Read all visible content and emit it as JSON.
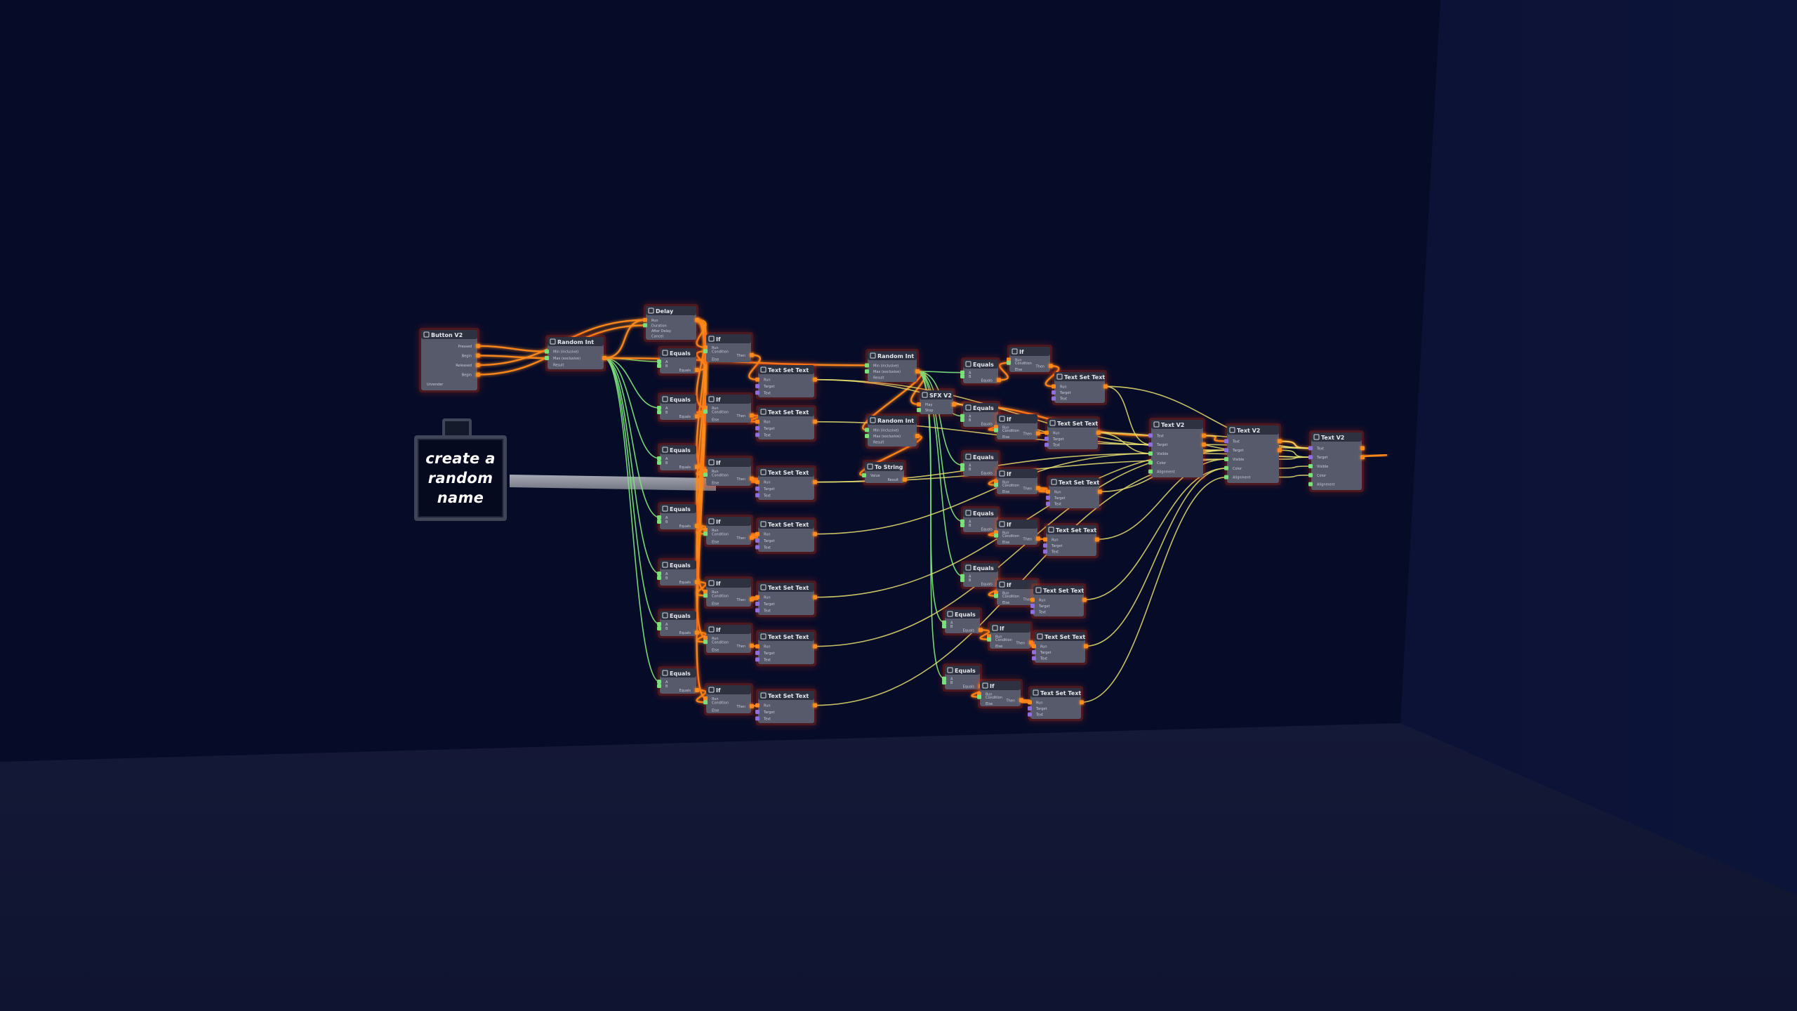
{
  "scene": {
    "sign_text": "create a random name",
    "colors": {
      "background": "#060b28",
      "wall_right": "#0b1234",
      "floor": "#101533",
      "node_body": "#565a6b",
      "node_header": "#2e3140",
      "exec_wire": "#ff8a1a",
      "exec_glow": "#ff3a10",
      "number_wire": "#7be07b",
      "string_wire": "#e8e070",
      "string_port": "#8d6fe0"
    }
  },
  "nodes": [
    {
      "id": "button",
      "title": "Button V2",
      "icon": "button-icon",
      "ports": [
        "Pressed",
        "Begin",
        "Released",
        "Begin",
        "Unrender"
      ],
      "inputs": [],
      "outputs": [
        0,
        1,
        2,
        3
      ]
    },
    {
      "id": "rand1",
      "title": "Random Int",
      "icon": "dice-icon",
      "ports": [
        "Min (inclusive)",
        "Max (exclusive)",
        "Result"
      ],
      "inputs": [
        0,
        1
      ],
      "outputs": [
        1
      ]
    },
    {
      "id": "delay",
      "title": "Delay",
      "icon": "clock-icon",
      "ports": [
        "Run",
        "Duration",
        "After Delay",
        "Cancel"
      ],
      "inputs": [
        0,
        1
      ],
      "outputs": [
        0
      ]
    },
    {
      "id": "eq1",
      "title": "Equals",
      "icon": "equals-icon",
      "ports": [
        "A",
        "B",
        "Equals"
      ],
      "inputs": [
        0,
        1
      ],
      "outputs": [
        2
      ]
    },
    {
      "id": "eq2",
      "title": "Equals",
      "icon": "equals-icon",
      "ports": [
        "A",
        "B",
        "Equals"
      ],
      "inputs": [
        0,
        1
      ],
      "outputs": [
        2
      ]
    },
    {
      "id": "eq3",
      "title": "Equals",
      "icon": "equals-icon",
      "ports": [
        "A",
        "B",
        "Equals"
      ],
      "inputs": [
        0,
        1
      ],
      "outputs": [
        2
      ]
    },
    {
      "id": "eq4",
      "title": "Equals",
      "icon": "equals-icon",
      "ports": [
        "A",
        "B",
        "Equals"
      ],
      "inputs": [
        0,
        1
      ],
      "outputs": [
        2
      ]
    },
    {
      "id": "eq5",
      "title": "Equals",
      "icon": "equals-icon",
      "ports": [
        "A",
        "B",
        "Equals"
      ],
      "inputs": [
        0,
        1
      ],
      "outputs": [
        2
      ]
    },
    {
      "id": "eq6",
      "title": "Equals",
      "icon": "equals-icon",
      "ports": [
        "A",
        "B",
        "Equals"
      ],
      "inputs": [
        0,
        1
      ],
      "outputs": [
        2
      ]
    },
    {
      "id": "eq7",
      "title": "Equals",
      "icon": "equals-icon",
      "ports": [
        "A",
        "B",
        "Equals"
      ],
      "inputs": [
        0,
        1
      ],
      "outputs": [
        2
      ]
    },
    {
      "id": "if1",
      "title": "If",
      "icon": "branch-icon",
      "ports": [
        "Run",
        "Condition",
        "Then",
        "Else"
      ],
      "inputs": [
        0,
        1
      ],
      "outputs": [
        2
      ]
    },
    {
      "id": "if2",
      "title": "If",
      "icon": "branch-icon",
      "ports": [
        "Run",
        "Condition",
        "Then",
        "Else"
      ],
      "inputs": [
        0,
        1
      ],
      "outputs": [
        2
      ]
    },
    {
      "id": "if3",
      "title": "If",
      "icon": "branch-icon",
      "ports": [
        "Run",
        "Condition",
        "Then",
        "Else"
      ],
      "inputs": [
        0,
        1
      ],
      "outputs": [
        2
      ]
    },
    {
      "id": "if4",
      "title": "If",
      "icon": "branch-icon",
      "ports": [
        "Run",
        "Condition",
        "Then",
        "Else"
      ],
      "inputs": [
        0,
        1
      ],
      "outputs": [
        2
      ]
    },
    {
      "id": "if5",
      "title": "If",
      "icon": "branch-icon",
      "ports": [
        "Run",
        "Condition",
        "Then",
        "Else"
      ],
      "inputs": [
        0,
        1
      ],
      "outputs": [
        2
      ]
    },
    {
      "id": "if6",
      "title": "If",
      "icon": "branch-icon",
      "ports": [
        "Run",
        "Condition",
        "Then",
        "Else"
      ],
      "inputs": [
        0,
        1
      ],
      "outputs": [
        2
      ]
    },
    {
      "id": "if7",
      "title": "If",
      "icon": "branch-icon",
      "ports": [
        "Run",
        "Condition",
        "Then",
        "Else"
      ],
      "inputs": [
        0,
        1
      ],
      "outputs": [
        2
      ]
    },
    {
      "id": "ts1",
      "title": "Text Set Text",
      "icon": "text-icon",
      "ports": [
        "Run",
        "Target",
        "Text"
      ],
      "inputs": [
        0,
        1,
        2
      ],
      "outputs": [
        0
      ]
    },
    {
      "id": "ts2",
      "title": "Text Set Text",
      "icon": "text-icon",
      "ports": [
        "Run",
        "Target",
        "Text"
      ],
      "inputs": [
        0,
        1,
        2
      ],
      "outputs": [
        0
      ]
    },
    {
      "id": "ts3",
      "title": "Text Set Text",
      "icon": "text-icon",
      "ports": [
        "Run",
        "Target",
        "Text"
      ],
      "inputs": [
        0,
        1,
        2
      ],
      "outputs": [
        0
      ]
    },
    {
      "id": "ts4",
      "title": "Text Set Text",
      "icon": "text-icon",
      "ports": [
        "Run",
        "Target",
        "Text"
      ],
      "inputs": [
        0,
        1,
        2
      ],
      "outputs": [
        0
      ]
    },
    {
      "id": "ts5",
      "title": "Text Set Text",
      "icon": "text-icon",
      "ports": [
        "Run",
        "Target",
        "Text"
      ],
      "inputs": [
        0,
        1,
        2
      ],
      "outputs": [
        0
      ]
    },
    {
      "id": "ts6",
      "title": "Text Set Text",
      "icon": "text-icon",
      "ports": [
        "Run",
        "Target",
        "Text"
      ],
      "inputs": [
        0,
        1,
        2
      ],
      "outputs": [
        0
      ]
    },
    {
      "id": "ts7",
      "title": "Text Set Text",
      "icon": "text-icon",
      "ports": [
        "Run",
        "Target",
        "Text"
      ],
      "inputs": [
        0,
        1,
        2
      ],
      "outputs": [
        0
      ]
    },
    {
      "id": "rand2",
      "title": "Random Int",
      "icon": "dice-icon",
      "ports": [
        "Min (inclusive)",
        "Max (exclusive)",
        "Result"
      ],
      "inputs": [
        0,
        1
      ],
      "outputs": [
        1
      ]
    },
    {
      "id": "rand3",
      "title": "Random Int",
      "icon": "dice-icon",
      "ports": [
        "Min (inclusive)",
        "Max (exclusive)",
        "Result"
      ],
      "inputs": [
        0,
        1
      ],
      "outputs": [
        1
      ]
    },
    {
      "id": "sfx",
      "title": "SFX V2",
      "icon": "speaker-icon",
      "ports": [
        "Play",
        "Stop"
      ],
      "inputs": [
        0,
        1
      ],
      "outputs": [
        0
      ]
    },
    {
      "id": "tostr",
      "title": "To String",
      "icon": "convert-icon",
      "ports": [
        "Value",
        "Result"
      ],
      "inputs": [
        0
      ],
      "outputs": [
        1
      ]
    },
    {
      "id": "beq1",
      "title": "Equals",
      "icon": "equals-icon",
      "ports": [
        "A",
        "B",
        "Equals"
      ],
      "inputs": [
        0,
        1
      ],
      "outputs": [
        2
      ]
    },
    {
      "id": "beq2",
      "title": "Equals",
      "icon": "equals-icon",
      "ports": [
        "A",
        "B",
        "Equals"
      ],
      "inputs": [
        0,
        1
      ],
      "outputs": [
        2
      ]
    },
    {
      "id": "beq3",
      "title": "Equals",
      "icon": "equals-icon",
      "ports": [
        "A",
        "B",
        "Equals"
      ],
      "inputs": [
        0,
        1
      ],
      "outputs": [
        2
      ]
    },
    {
      "id": "beq4",
      "title": "Equals",
      "icon": "equals-icon",
      "ports": [
        "A",
        "B",
        "Equals"
      ],
      "inputs": [
        0,
        1
      ],
      "outputs": [
        2
      ]
    },
    {
      "id": "beq5",
      "title": "Equals",
      "icon": "equals-icon",
      "ports": [
        "A",
        "B",
        "Equals"
      ],
      "inputs": [
        0,
        1
      ],
      "outputs": [
        2
      ]
    },
    {
      "id": "beq6",
      "title": "Equals",
      "icon": "equals-icon",
      "ports": [
        "A",
        "B",
        "Equals"
      ],
      "inputs": [
        0,
        1
      ],
      "outputs": [
        2
      ]
    },
    {
      "id": "beq7",
      "title": "Equals",
      "icon": "equals-icon",
      "ports": [
        "A",
        "B",
        "Equals"
      ],
      "inputs": [
        0,
        1
      ],
      "outputs": [
        2
      ]
    },
    {
      "id": "bif1",
      "title": "If",
      "icon": "branch-icon",
      "ports": [
        "Run",
        "Condition",
        "Then",
        "Else"
      ],
      "inputs": [
        0,
        1
      ],
      "outputs": [
        2
      ]
    },
    {
      "id": "bif2",
      "title": "If",
      "icon": "branch-icon",
      "ports": [
        "Run",
        "Condition",
        "Then",
        "Else"
      ],
      "inputs": [
        0,
        1
      ],
      "outputs": [
        2
      ]
    },
    {
      "id": "bif3",
      "title": "If",
      "icon": "branch-icon",
      "ports": [
        "Run",
        "Condition",
        "Then",
        "Else"
      ],
      "inputs": [
        0,
        1
      ],
      "outputs": [
        2
      ]
    },
    {
      "id": "bif4",
      "title": "If",
      "icon": "branch-icon",
      "ports": [
        "Run",
        "Condition",
        "Then",
        "Else"
      ],
      "inputs": [
        0,
        1
      ],
      "outputs": [
        2
      ]
    },
    {
      "id": "bif5",
      "title": "If",
      "icon": "branch-icon",
      "ports": [
        "Run",
        "Condition",
        "Then",
        "Else"
      ],
      "inputs": [
        0,
        1
      ],
      "outputs": [
        2
      ]
    },
    {
      "id": "bif6",
      "title": "If",
      "icon": "branch-icon",
      "ports": [
        "Run",
        "Condition",
        "Then",
        "Else"
      ],
      "inputs": [
        0,
        1
      ],
      "outputs": [
        2
      ]
    },
    {
      "id": "bif7",
      "title": "If",
      "icon": "branch-icon",
      "ports": [
        "Run",
        "Condition",
        "Then",
        "Else"
      ],
      "inputs": [
        0,
        1
      ],
      "outputs": [
        2
      ]
    },
    {
      "id": "bts1",
      "title": "Text Set Text",
      "icon": "text-icon",
      "ports": [
        "Run",
        "Target",
        "Text"
      ],
      "inputs": [
        0,
        1,
        2
      ],
      "outputs": [
        0
      ]
    },
    {
      "id": "bts2",
      "title": "Text Set Text",
      "icon": "text-icon",
      "ports": [
        "Run",
        "Target",
        "Text"
      ],
      "inputs": [
        0,
        1,
        2
      ],
      "outputs": [
        0
      ]
    },
    {
      "id": "bts3",
      "title": "Text Set Text",
      "icon": "text-icon",
      "ports": [
        "Run",
        "Target",
        "Text"
      ],
      "inputs": [
        0,
        1,
        2
      ],
      "outputs": [
        0
      ]
    },
    {
      "id": "bts4",
      "title": "Text Set Text",
      "icon": "text-icon",
      "ports": [
        "Run",
        "Target",
        "Text"
      ],
      "inputs": [
        0,
        1,
        2
      ],
      "outputs": [
        0
      ]
    },
    {
      "id": "bts5",
      "title": "Text Set Text",
      "icon": "text-icon",
      "ports": [
        "Run",
        "Target",
        "Text"
      ],
      "inputs": [
        0,
        1,
        2
      ],
      "outputs": [
        0
      ]
    },
    {
      "id": "bts6",
      "title": "Text Set Text",
      "icon": "text-icon",
      "ports": [
        "Run",
        "Target",
        "Text"
      ],
      "inputs": [
        0,
        1,
        2
      ],
      "outputs": [
        0
      ]
    },
    {
      "id": "bts7",
      "title": "Text Set Text",
      "icon": "text-icon",
      "ports": [
        "Run",
        "Target",
        "Text"
      ],
      "inputs": [
        0,
        1,
        2
      ],
      "outputs": [
        0
      ]
    },
    {
      "id": "txt1",
      "title": "Text V2",
      "icon": "text-icon",
      "ports": [
        "Text",
        "Target",
        "Visible",
        "Color",
        "Alignment"
      ],
      "inputs": [
        0,
        1,
        2,
        3,
        4
      ],
      "outputs": [
        0,
        1
      ]
    },
    {
      "id": "txt2",
      "title": "Text V2",
      "icon": "text-icon",
      "ports": [
        "Text",
        "Target",
        "Visible",
        "Color",
        "Alignment"
      ],
      "inputs": [
        0,
        1,
        2,
        3,
        4
      ],
      "outputs": [
        0,
        1
      ]
    },
    {
      "id": "txt3",
      "title": "Text V2",
      "icon": "text-icon",
      "ports": [
        "Text",
        "Target",
        "Visible",
        "Color",
        "Alignment"
      ],
      "inputs": [
        0,
        1,
        2,
        3,
        4
      ],
      "outputs": [
        0,
        1
      ]
    }
  ],
  "connections": [
    [
      "button:0",
      "rand1:0",
      "exec"
    ],
    [
      "button:1",
      "rand1:1",
      "exec"
    ],
    [
      "button:2",
      "delay:0",
      "exec"
    ],
    [
      "button:3",
      "delay:1",
      "exec"
    ],
    [
      "rand1:1",
      "delay:0",
      "exec"
    ],
    [
      "delay:0",
      "if1:0",
      "exec"
    ],
    [
      "rand1:1",
      "eq1:0",
      "number"
    ],
    [
      "rand1:1",
      "eq2:0",
      "number"
    ],
    [
      "rand1:1",
      "eq3:0",
      "number"
    ],
    [
      "rand1:1",
      "eq4:0",
      "number"
    ],
    [
      "rand1:1",
      "eq5:0",
      "number"
    ],
    [
      "rand1:1",
      "eq6:0",
      "number"
    ],
    [
      "rand1:1",
      "eq7:0",
      "number"
    ],
    [
      "eq1:2",
      "if1:1",
      "exec"
    ],
    [
      "eq2:2",
      "if2:1",
      "exec"
    ],
    [
      "eq3:2",
      "if3:1",
      "exec"
    ],
    [
      "eq4:2",
      "if4:1",
      "exec"
    ],
    [
      "eq5:2",
      "if5:1",
      "exec"
    ],
    [
      "eq6:2",
      "if6:1",
      "exec"
    ],
    [
      "eq7:2",
      "if7:1",
      "exec"
    ],
    [
      "if1:2",
      "ts1:0",
      "exec"
    ],
    [
      "if2:2",
      "ts2:0",
      "exec"
    ],
    [
      "if3:2",
      "ts3:0",
      "exec"
    ],
    [
      "if4:2",
      "ts4:0",
      "exec"
    ],
    [
      "if5:2",
      "ts5:0",
      "exec"
    ],
    [
      "if6:2",
      "ts6:0",
      "exec"
    ],
    [
      "if7:2",
      "ts7:0",
      "exec"
    ],
    [
      "delay:0",
      "if2:0",
      "exec"
    ],
    [
      "delay:0",
      "if3:0",
      "exec"
    ],
    [
      "delay:0",
      "if4:0",
      "exec"
    ],
    [
      "delay:0",
      "if5:0",
      "exec"
    ],
    [
      "delay:0",
      "if6:0",
      "exec"
    ],
    [
      "delay:0",
      "if7:0",
      "exec"
    ],
    [
      "rand1:1",
      "rand2:0",
      "exec"
    ],
    [
      "rand2:1",
      "sfx:0",
      "exec"
    ],
    [
      "rand2:1",
      "rand3:0",
      "exec"
    ],
    [
      "rand3:1",
      "tostr:0",
      "exec"
    ],
    [
      "rand2:1",
      "beq1:0",
      "number"
    ],
    [
      "rand2:1",
      "beq2:0",
      "number"
    ],
    [
      "rand2:1",
      "beq3:0",
      "number"
    ],
    [
      "rand2:1",
      "beq4:0",
      "number"
    ],
    [
      "rand2:1",
      "beq5:0",
      "number"
    ],
    [
      "rand2:1",
      "beq6:0",
      "number"
    ],
    [
      "rand2:1",
      "beq7:0",
      "number"
    ],
    [
      "beq1:2",
      "bif1:1",
      "exec"
    ],
    [
      "beq2:2",
      "bif2:1",
      "exec"
    ],
    [
      "beq3:2",
      "bif3:1",
      "exec"
    ],
    [
      "beq4:2",
      "bif4:1",
      "exec"
    ],
    [
      "beq5:2",
      "bif5:1",
      "exec"
    ],
    [
      "beq6:2",
      "bif6:1",
      "exec"
    ],
    [
      "beq7:2",
      "bif7:1",
      "exec"
    ],
    [
      "bif1:2",
      "bts1:0",
      "exec"
    ],
    [
      "bif2:2",
      "bts2:0",
      "exec"
    ],
    [
      "bif3:2",
      "bts3:0",
      "exec"
    ],
    [
      "bif4:2",
      "bts4:0",
      "exec"
    ],
    [
      "bif5:2",
      "bts5:0",
      "exec"
    ],
    [
      "bif6:2",
      "bts6:0",
      "exec"
    ],
    [
      "bif7:2",
      "bts7:0",
      "exec"
    ],
    [
      "sfx:0",
      "txt1:0",
      "exec"
    ],
    [
      "txt1:0",
      "txt2:0",
      "exec"
    ],
    [
      "txt2:0",
      "txt3:0",
      "exec"
    ],
    [
      "ts1:0",
      "txt1:1",
      "string"
    ],
    [
      "ts2:0",
      "txt1:1",
      "string"
    ],
    [
      "ts3:0",
      "txt1:2",
      "string"
    ],
    [
      "ts4:0",
      "txt1:2",
      "string"
    ],
    [
      "ts5:0",
      "txt2:1",
      "string"
    ],
    [
      "ts6:0",
      "txt2:1",
      "string"
    ],
    [
      "ts7:0",
      "txt2:2",
      "string"
    ],
    [
      "bts1:0",
      "txt1:1",
      "string"
    ],
    [
      "bts2:0",
      "txt1:2",
      "string"
    ],
    [
      "bts3:0",
      "txt2:1",
      "string"
    ],
    [
      "bts4:0",
      "txt2:2",
      "string"
    ],
    [
      "bts5:0",
      "txt2:3",
      "string"
    ],
    [
      "bts6:0",
      "txt2:3",
      "string"
    ],
    [
      "bts7:0",
      "txt2:4",
      "string"
    ],
    [
      "txt1:0",
      "txt3:0",
      "string"
    ],
    [
      "txt1:1",
      "txt3:0",
      "string"
    ],
    [
      "txt2:0",
      "txt3:0",
      "string"
    ],
    [
      "txt2:1",
      "txt3:1",
      "string"
    ],
    [
      "txt2:2",
      "txt3:1",
      "string"
    ],
    [
      "txt2:3",
      "txt3:2",
      "string"
    ],
    [
      "txt2:4",
      "txt3:3",
      "string"
    ],
    [
      "txt1:2",
      "txt3:1",
      "string"
    ],
    [
      "ts1:0",
      "txt2:1",
      "string"
    ],
    [
      "ts3:0",
      "txt2:2",
      "string"
    ],
    [
      "bts1:0",
      "txt3:0",
      "string"
    ],
    [
      "bts2:0",
      "txt3:1",
      "string"
    ]
  ]
}
